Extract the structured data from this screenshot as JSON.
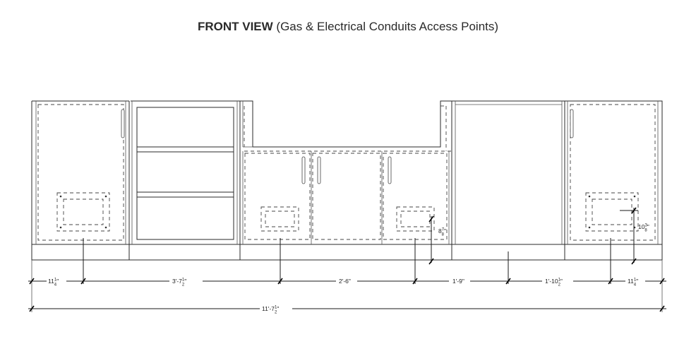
{
  "title": {
    "bold": "FRONT VIEW",
    "rest": " (Gas & Electrical Conduits Access Points)"
  },
  "dimensions": {
    "seg1": {
      "whole": "11",
      "num": "1",
      "den": "4",
      "unit": "\""
    },
    "seg2": {
      "whole": "3'-7",
      "num": "1",
      "den": "2",
      "unit": "\""
    },
    "seg3": {
      "whole": "2'-6\""
    },
    "seg4": {
      "whole": "1'-9\""
    },
    "seg5": {
      "whole": "1'-10",
      "num": "1",
      "den": "2",
      "unit": "\""
    },
    "seg6": {
      "whole": "11",
      "num": "1",
      "den": "4",
      "unit": "\""
    },
    "total": {
      "whole": "11'-7",
      "num": "1",
      "den": "2",
      "unit": "\""
    },
    "height_mid": {
      "whole": "8",
      "num": "7",
      "den": "8",
      "unit": "\""
    },
    "height_right": {
      "whole": "10",
      "num": "3",
      "den": "8",
      "unit": "\""
    }
  }
}
